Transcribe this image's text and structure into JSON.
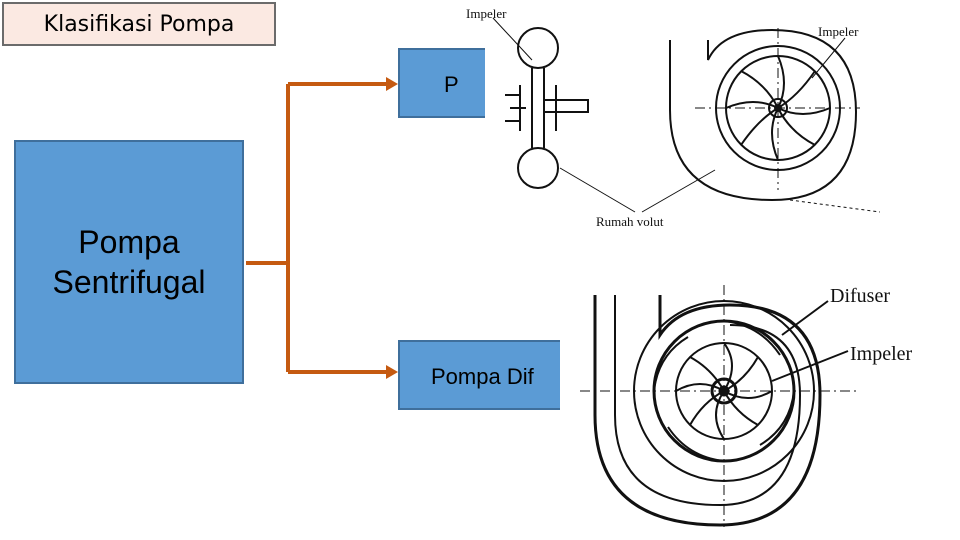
{
  "title": "Klasifikasi Pompa",
  "main_box": {
    "line1": "Pompa",
    "line2": "Sentrifugal"
  },
  "branch_top": {
    "label": "P"
  },
  "branch_bottom": {
    "label": "Pompa Dif"
  },
  "figure_volute": {
    "labels": [
      "Impeler",
      "Impeler",
      "Rumah volut"
    ]
  },
  "figure_diffuser": {
    "labels": [
      "Difuser",
      "Impeler"
    ]
  },
  "colors": {
    "box_fill": "#5b9bd5",
    "box_border": "#3f6f9c",
    "connector": "#c55a11",
    "title_fill": "#fbe9e2"
  }
}
